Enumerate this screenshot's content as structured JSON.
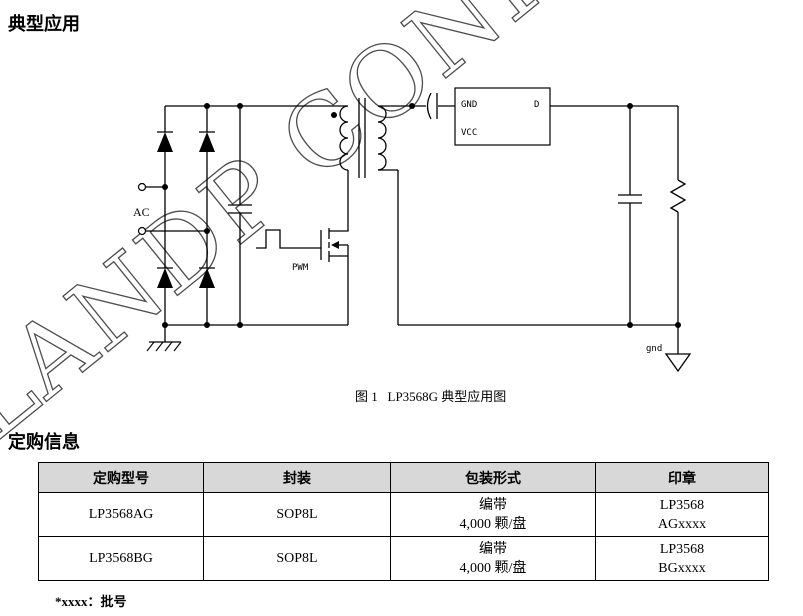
{
  "page": {
    "section1_title": "典型应用",
    "section2_title": "定购信息",
    "figure_caption": "图 1   LP3568G 典型应用图",
    "footnote": "*xxxx：批号",
    "watermark": "LANDP CONFIDE"
  },
  "circuit": {
    "ac_label": "AC",
    "pwm_label": "PWM",
    "ic": {
      "gnd": "GND",
      "vcc": "VCC",
      "d": "D"
    },
    "gnd_label": "gnd"
  },
  "table": {
    "headers": [
      "定购型号",
      "封装",
      "包装形式",
      "印章"
    ],
    "rows": [
      {
        "model": "LP3568AG",
        "package": "SOP8L",
        "packing": [
          "编带",
          "4,000 颗/盘"
        ],
        "marking": [
          "LP3568",
          "AGxxxx"
        ]
      },
      {
        "model": "LP3568BG",
        "package": "SOP8L",
        "packing": [
          "编带",
          "4,000 颗/盘"
        ],
        "marking": [
          "LP3568",
          "BGxxxx"
        ]
      }
    ]
  }
}
